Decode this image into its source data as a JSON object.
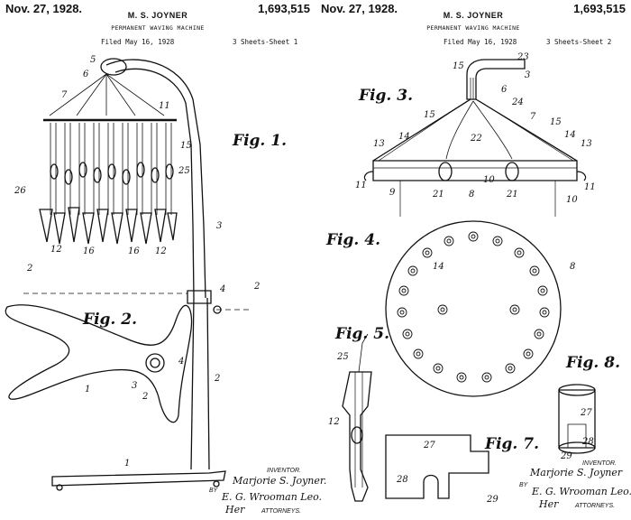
{
  "left_sheet": {
    "date": "Nov. 27, 1928.",
    "inventor_name": "M. S. JOYNER",
    "title": "PERMANENT WAVING MACHINE",
    "filed": "Filed May 16, 1928",
    "sheets": "3 Sheets-Sheet 1",
    "patent_number": "1,693,515",
    "figures": [
      "Fig. 1.",
      "Fig. 2."
    ],
    "refs": {
      "r5": "5",
      "r6": "6",
      "r7": "7",
      "r11": "11",
      "r15": "15",
      "r25": "25",
      "r26": "26",
      "r12": "12",
      "r16a": "16",
      "r16b": "16",
      "r12b": "12",
      "r3": "3",
      "r2a": "2",
      "r2b": "2",
      "r4a": "4",
      "r4b": "4",
      "r3b": "3",
      "r2c": "2",
      "r1a": "1",
      "r2d": "2",
      "r1b": "1"
    },
    "inventor_label": "INVENTOR.",
    "signature": "Marjorie S. Joyner.",
    "by": "BY",
    "attorney_sig": "E. G. Wrooman Leo.",
    "her": "Her",
    "attorneys_label": "ATTORNEYS."
  },
  "right_sheet": {
    "date": "Nov. 27, 1928.",
    "inventor_name": "M. S. JOYNER",
    "title": "PERMANENT WAVING MACHINE",
    "filed": "Filed May 16, 1928",
    "sheets": "3 Sheets-Sheet 2",
    "patent_number": "1,693,515",
    "figures": [
      "Fig. 3.",
      "Fig. 4.",
      "Fig. 5.",
      "Fig. 7.",
      "Fig. 8."
    ],
    "refs": {
      "r15a": "15",
      "r23": "23",
      "r3": "3",
      "r6": "6",
      "r24": "24",
      "r15b": "15",
      "r7": "7",
      "r15c": "15",
      "r14a": "14",
      "r13a": "13",
      "r14b": "14",
      "r13b": "13",
      "r22": "22",
      "r11a": "11",
      "r9": "9",
      "r21a": "21",
      "r8a": "8",
      "r10a": "10",
      "r21b": "21",
      "r10b": "10",
      "r11b": "11",
      "r14c": "14",
      "r8b": "8",
      "r25": "25",
      "r12": "12",
      "r27a": "27",
      "r28a": "28",
      "r29a": "29",
      "r27b": "27",
      "r28b": "28",
      "r29b": "29"
    },
    "inventor_label": "INVENTOR.",
    "signature": "Marjorie S. Joyner",
    "by": "BY",
    "attorney_sig": "E. G. Wrooman Leo.",
    "her": "Her",
    "attorneys_label": "ATTORNEYS."
  }
}
